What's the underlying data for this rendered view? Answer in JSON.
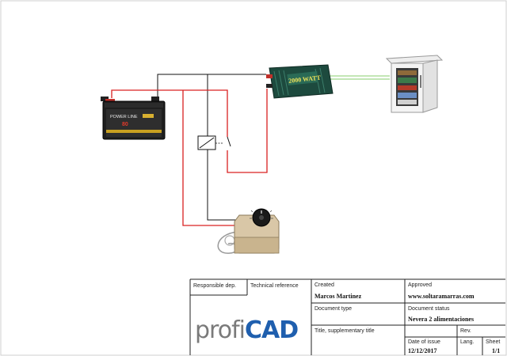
{
  "diagram": {
    "battery": {
      "brand": "POWER LINE",
      "capacity": "80"
    },
    "inverter": {
      "label": "2000 WATT"
    }
  },
  "title_block": {
    "responsible_dep_label": "Responsible dep.",
    "technical_reference_label": "Technical reference",
    "created_label": "Created",
    "created_value": "Marcos Martinez",
    "approved_label": "Approved",
    "approved_value": "www.soltaramarras.com",
    "document_type_label": "Document type",
    "document_status_label": "Document status",
    "document_status_value": "Nevera 2 alimentaciones",
    "title_label": "Title, supplementary title",
    "rev_label": "Rev.",
    "date_label": "Date of issue",
    "date_value": "12/12/2017",
    "lang_label": "Lang.",
    "sheet_label": "Sheet",
    "sheet_value": "1/1",
    "logo_part1": "profi",
    "logo_part2": "CAD"
  },
  "colors": {
    "wire_positive": "#d92020",
    "wire_negative": "#111111",
    "ac_wire": "#9fd88a",
    "logo_blue": "#1f5fae"
  }
}
